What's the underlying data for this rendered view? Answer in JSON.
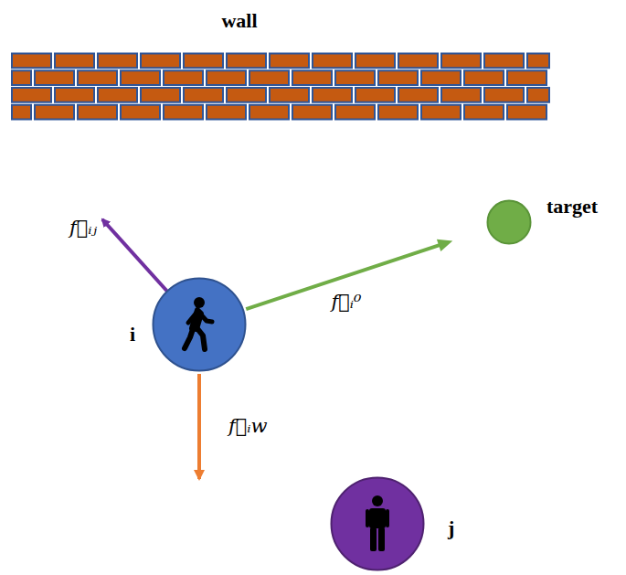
{
  "diagram": {
    "nodes": [
      {
        "text": [
          "wall"
        ]
      },
      {
        "text": [
          "target"
        ]
      },
      {
        "text": [
          "i"
        ]
      },
      {
        "text": [
          "j"
        ]
      }
    ],
    "edges": [
      {
        "from": 2,
        "to": 1,
        "label": "f⃗ᵢ⁰",
        "arrow": "to"
      }
    ],
    "labels": [
      "f⃗ᵢⱼ",
      "f⃗ᵢw"
    ]
  }
}
